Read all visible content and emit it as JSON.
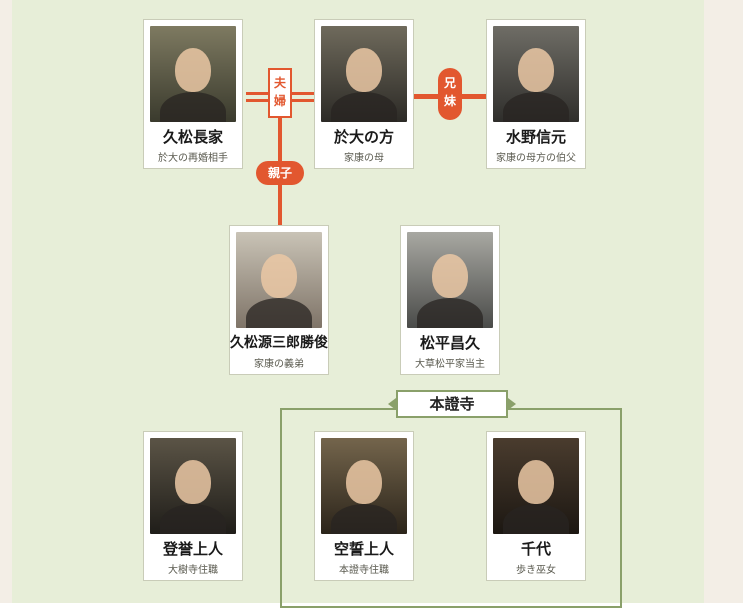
{
  "relations": {
    "fuufu": [
      "夫",
      "婦"
    ],
    "kyoudai": [
      "兄",
      "妹"
    ],
    "oyako": "親子"
  },
  "group": {
    "label": "本證寺"
  },
  "people": [
    {
      "name": "久松長家",
      "role": "於大の再婚相手"
    },
    {
      "name": "於大の方",
      "role": "家康の母"
    },
    {
      "name": "水野信元",
      "role": "家康の母方の伯父"
    },
    {
      "name": "久松源三郎勝俊",
      "role": "家康の義弟"
    },
    {
      "name": "松平昌久",
      "role": "大草松平家当主"
    },
    {
      "name": "登誉上人",
      "role": "大樹寺住職"
    },
    {
      "name": "空誓上人",
      "role": "本證寺住職"
    },
    {
      "name": "千代",
      "role": "歩き巫女"
    }
  ],
  "colors": {
    "accent": "#e2572f",
    "panel": "#e7eed8",
    "groupBorder": "#8aa06a"
  }
}
